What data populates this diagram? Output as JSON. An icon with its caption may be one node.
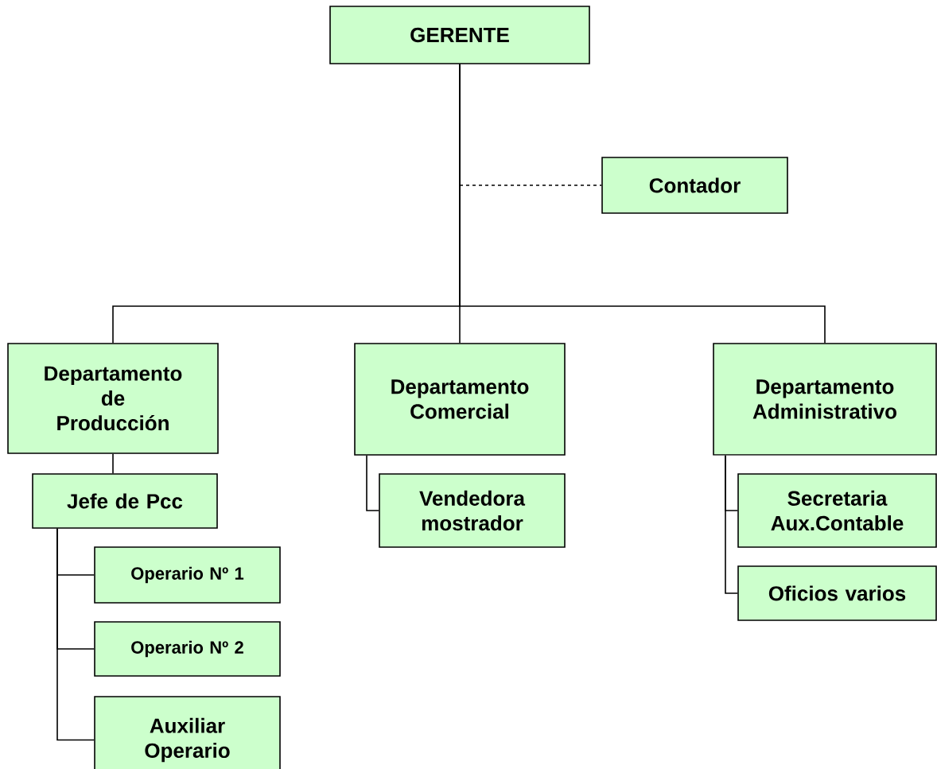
{
  "diagram": {
    "nodes": [
      {
        "text": [
          "GERENTE"
        ]
      },
      {
        "text": [
          "Contador"
        ]
      },
      {
        "text": [
          "Departamento de Producción"
        ]
      },
      {
        "text": [
          "Departamento Comercial"
        ]
      },
      {
        "text": [
          "Departamento Administrativo"
        ]
      },
      {
        "text": [
          "Jefe de Pcc"
        ]
      },
      {
        "text": [
          "Vendedora mostrador"
        ]
      },
      {
        "text": [
          "Secretaria Aux.Contable"
        ]
      },
      {
        "text": [
          "Oficios varios"
        ]
      },
      {
        "text": [
          "Operario Nº 1"
        ]
      },
      {
        "text": [
          "Operario Nº 2"
        ]
      },
      {
        "text": [
          "Auxiliar Operario"
        ]
      }
    ],
    "edges": [
      {
        "from": 0,
        "to": 1,
        "arrow": "none",
        "style": "dashed"
      },
      {
        "from": 0,
        "to": 2,
        "arrow": "none"
      },
      {
        "from": 0,
        "to": 3,
        "arrow": "none"
      },
      {
        "from": 0,
        "to": 4,
        "arrow": "none"
      },
      {
        "from": 2,
        "to": 5,
        "arrow": "none"
      },
      {
        "from": 3,
        "to": 6,
        "arrow": "none"
      },
      {
        "from": 4,
        "to": 7,
        "arrow": "none"
      },
      {
        "from": 4,
        "to": 8,
        "arrow": "none"
      },
      {
        "from": 5,
        "to": 9,
        "arrow": "none"
      },
      {
        "from": 5,
        "to": 10,
        "arrow": "none"
      },
      {
        "from": 5,
        "to": 11,
        "arrow": "none"
      }
    ]
  }
}
